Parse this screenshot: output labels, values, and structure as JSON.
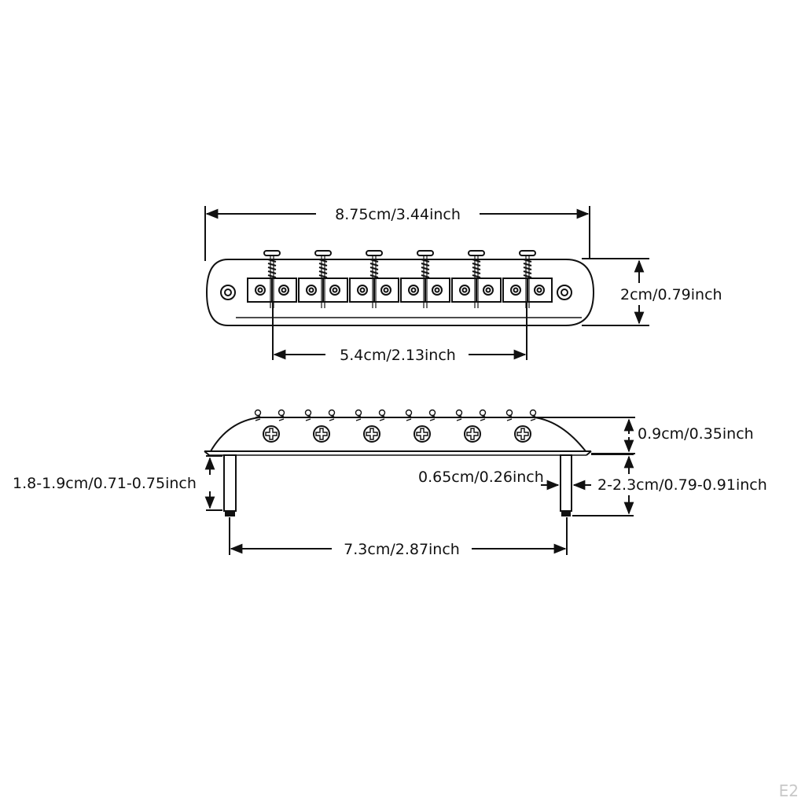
{
  "colors": {
    "line": "#111111",
    "text": "#111111",
    "faint": "#c8c8c8"
  },
  "labels": {
    "top_width": "8.75cm/3.44inch",
    "top_height": "2cm/0.79inch",
    "top_span": "5.4cm/2.13inch",
    "side_height": "0.9cm/0.35inch",
    "left_post": "1.8-1.9cm/0.71-0.75inch",
    "post_diameter": "0.65cm/0.26inch",
    "right_post": "2-2.3cm/0.79-0.91inch",
    "post_span": "7.3cm/2.87inch"
  },
  "corner_label": "E2"
}
